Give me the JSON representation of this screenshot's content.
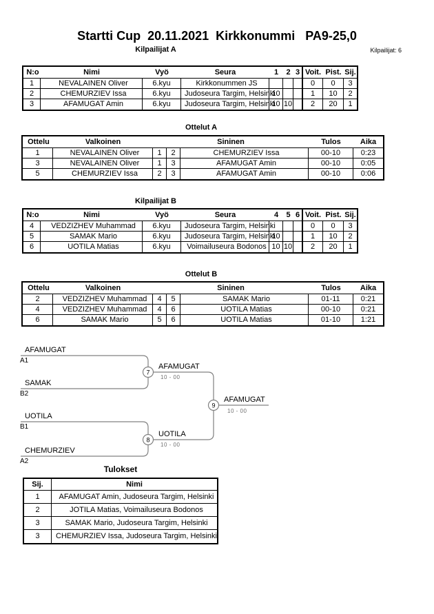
{
  "page": {
    "title": "Startti Cup  20.11.2021  Kirkkonummi   PA9-25,0",
    "competitors_note": "Kilpailijat: 6"
  },
  "pool_a": {
    "caption": "Kilpailijat A",
    "columns": {
      "no": "N:o",
      "name": "Nimi",
      "belt": "Vyö",
      "club": "Seura",
      "m1": "1",
      "m2": "2",
      "m3": "3",
      "wins": "Voit.",
      "points": "Pist.",
      "place": "Sij."
    },
    "rows": [
      {
        "no": "1",
        "name": "NEVALAINEN Oliver",
        "belt": "6.kyu",
        "club": "Kirkkonummen JS",
        "m1": "",
        "m2": "",
        "m3": "",
        "wins": "0",
        "points": "0",
        "place": "3"
      },
      {
        "no": "2",
        "name": "CHEMURZIEV Issa",
        "belt": "6.kyu",
        "club": "Judoseura Targim, Helsinki",
        "m1": "10",
        "m2": "",
        "m3": "",
        "wins": "1",
        "points": "10",
        "place": "2"
      },
      {
        "no": "3",
        "name": "AFAMUGAT Amin",
        "belt": "6.kyu",
        "club": "Judoseura Targim, Helsinki",
        "m1": "10",
        "m2": "10",
        "m3": "",
        "wins": "2",
        "points": "20",
        "place": "1"
      }
    ]
  },
  "matches_a": {
    "caption": "Ottelut A",
    "columns": {
      "match": "Ottelu",
      "white": "Valkoinen",
      "blue": "Sininen",
      "result": "Tulos",
      "time": "Aika"
    },
    "rows": [
      {
        "match": "1",
        "white": "NEVALAINEN Oliver",
        "white_no": "1",
        "blue_no": "2",
        "blue": "CHEMURZIEV Issa",
        "result": "00-10",
        "time": "0:23"
      },
      {
        "match": "3",
        "white": "NEVALAINEN Oliver",
        "white_no": "1",
        "blue_no": "3",
        "blue": "AFAMUGAT Amin",
        "result": "00-10",
        "time": "0:05"
      },
      {
        "match": "5",
        "white": "CHEMURZIEV Issa",
        "white_no": "2",
        "blue_no": "3",
        "blue": "AFAMUGAT Amin",
        "result": "00-10",
        "time": "0:06"
      }
    ]
  },
  "pool_b": {
    "caption": "Kilpailijat B",
    "columns": {
      "no": "N:o",
      "name": "Nimi",
      "belt": "Vyö",
      "club": "Seura",
      "m1": "4",
      "m2": "5",
      "m3": "6",
      "wins": "Voit.",
      "points": "Pist.",
      "place": "Sij."
    },
    "rows": [
      {
        "no": "4",
        "name": "VEDZIZHEV Muhammad",
        "belt": "6.kyu",
        "club": "Judoseura Targim, Helsinki",
        "m1": "",
        "m2": "",
        "m3": "",
        "wins": "0",
        "points": "0",
        "place": "3"
      },
      {
        "no": "5",
        "name": "SAMAK Mario",
        "belt": "6.kyu",
        "club": "Judoseura Targim, Helsinki",
        "m1": "10",
        "m2": "",
        "m3": "",
        "wins": "1",
        "points": "10",
        "place": "2"
      },
      {
        "no": "6",
        "name": "UOTILA Matias",
        "belt": "6.kyu",
        "club": "Voimailuseura Bodonos",
        "m1": "10",
        "m2": "10",
        "m3": "",
        "wins": "2",
        "points": "20",
        "place": "1"
      }
    ]
  },
  "matches_b": {
    "caption": "Ottelut B",
    "columns": {
      "match": "Ottelu",
      "white": "Valkoinen",
      "blue": "Sininen",
      "result": "Tulos",
      "time": "Aika"
    },
    "rows": [
      {
        "match": "2",
        "white": "VEDZIZHEV Muhammad",
        "white_no": "4",
        "blue_no": "5",
        "blue": "SAMAK Mario",
        "result": "01-11",
        "time": "0:21"
      },
      {
        "match": "4",
        "white": "VEDZIZHEV Muhammad",
        "white_no": "4",
        "blue_no": "6",
        "blue": "UOTILA Matias",
        "result": "00-10",
        "time": "0:21"
      },
      {
        "match": "6",
        "white": "SAMAK Mario",
        "white_no": "5",
        "blue_no": "6",
        "blue": "UOTILA Matias",
        "result": "01-10",
        "time": "1:21"
      }
    ]
  },
  "bracket": {
    "semifinal_1": {
      "match_no": "7",
      "top_name": "AFAMUGAT",
      "top_seed": "A1",
      "bottom_name": "SAMAK",
      "bottom_seed": "B2",
      "winner": "AFAMUGAT",
      "score": "10 - 00"
    },
    "semifinal_2": {
      "match_no": "8",
      "top_name": "UOTILA",
      "top_seed": "B1",
      "bottom_name": "CHEMURZIEV",
      "bottom_seed": "A2",
      "winner": "UOTILA",
      "score": "10 - 00"
    },
    "final": {
      "match_no": "9",
      "winner": "AFAMUGAT",
      "score": "10 - 00"
    },
    "line_color": "#808080"
  },
  "results": {
    "caption": "Tulokset",
    "columns": {
      "place": "Sij.",
      "name": "Nimi"
    },
    "rows": [
      {
        "place": "1",
        "name": "AFAMUGAT Amin, Judoseura Targim, Helsinki"
      },
      {
        "place": "2",
        "name": "JOTILA Matias, Voimailuseura Bodonos"
      },
      {
        "place": "3",
        "name": "SAMAK Mario, Judoseura Targim, Helsinki"
      },
      {
        "place": "3",
        "name": "CHEMURZIEV Issa, Judoseura Targim, Helsinki"
      }
    ]
  }
}
